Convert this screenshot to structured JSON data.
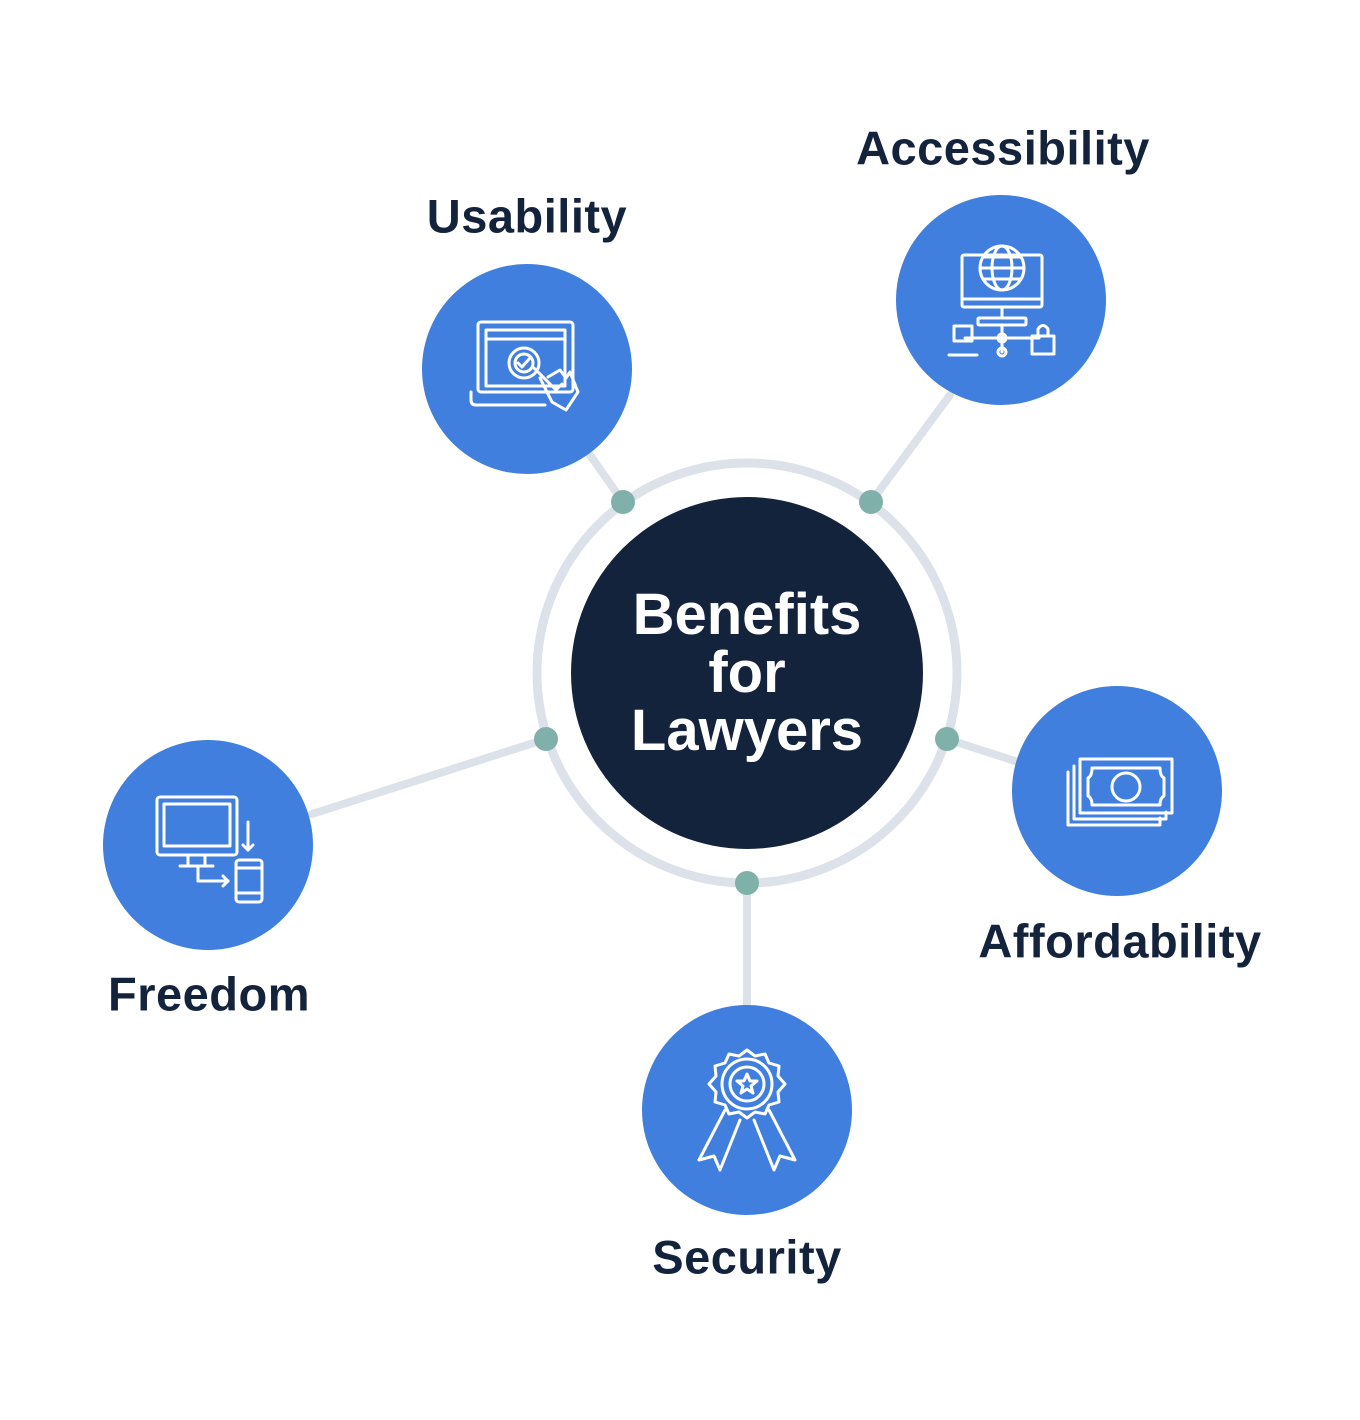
{
  "colors": {
    "hub": "#14233c",
    "node": "#407fde",
    "ring": "#dde2ea",
    "connector_dot": "#7fb1aa",
    "label": "#14233c",
    "icon_stroke": "#ffffff"
  },
  "center": {
    "lines": [
      "Benefits",
      "for",
      "Lawyers"
    ]
  },
  "nodes": [
    {
      "id": "usability",
      "label": "Usability",
      "icon": "laptop-check-hand-icon"
    },
    {
      "id": "accessibility",
      "label": "Accessibility",
      "icon": "globe-network-icon"
    },
    {
      "id": "freedom",
      "label": "Freedom",
      "icon": "monitor-to-phone-icon"
    },
    {
      "id": "affordability",
      "label": "Affordability",
      "icon": "cash-stack-icon"
    },
    {
      "id": "security",
      "label": "Security",
      "icon": "award-ribbon-icon"
    }
  ]
}
